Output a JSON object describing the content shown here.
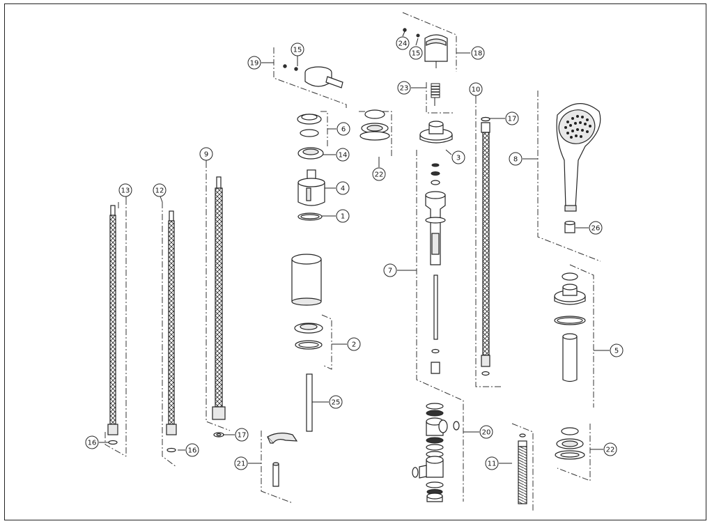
{
  "callouts": [
    {
      "id": "c1",
      "label": "1"
    },
    {
      "id": "c2",
      "label": "2"
    },
    {
      "id": "c3",
      "label": "3"
    },
    {
      "id": "c4",
      "label": "4"
    },
    {
      "id": "c5",
      "label": "5"
    },
    {
      "id": "c6",
      "label": "6"
    },
    {
      "id": "c7",
      "label": "7"
    },
    {
      "id": "c8",
      "label": "8"
    },
    {
      "id": "c9",
      "label": "9"
    },
    {
      "id": "c10",
      "label": "10"
    },
    {
      "id": "c11",
      "label": "11"
    },
    {
      "id": "c12",
      "label": "12"
    },
    {
      "id": "c13",
      "label": "13"
    },
    {
      "id": "c14",
      "label": "14"
    },
    {
      "id": "c15a",
      "label": "15"
    },
    {
      "id": "c15b",
      "label": "15"
    },
    {
      "id": "c16a",
      "label": "16"
    },
    {
      "id": "c16b",
      "label": "16"
    },
    {
      "id": "c17a",
      "label": "17"
    },
    {
      "id": "c17b",
      "label": "17"
    },
    {
      "id": "c18",
      "label": "18"
    },
    {
      "id": "c19",
      "label": "19"
    },
    {
      "id": "c20",
      "label": "20"
    },
    {
      "id": "c21",
      "label": "21"
    },
    {
      "id": "c22a",
      "label": "22"
    },
    {
      "id": "c22b",
      "label": "22"
    },
    {
      "id": "c23",
      "label": "23"
    },
    {
      "id": "c24",
      "label": "24"
    },
    {
      "id": "c25",
      "label": "25"
    },
    {
      "id": "c26",
      "label": "26"
    }
  ]
}
